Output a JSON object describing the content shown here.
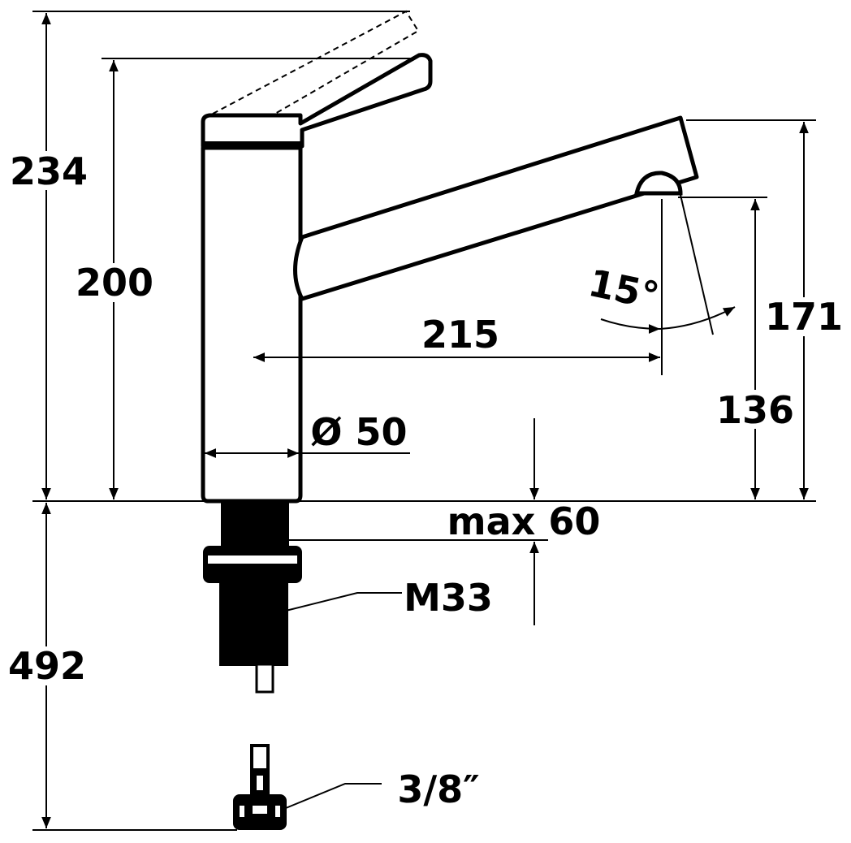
{
  "title": "Faucet dimension drawing",
  "dimensions": {
    "total_height": "234",
    "handle_height": "200",
    "spout_reach": "215",
    "swivel_angle": "15°",
    "spout_height_top": "171",
    "spout_outlet_height": "136",
    "body_diameter": "Ø 50",
    "max_counter_thickness": "max 60",
    "thread": "M33",
    "hose_length": "492",
    "connection": "3/8″"
  },
  "colors": {
    "line": "#000000",
    "background": "#ffffff"
  }
}
